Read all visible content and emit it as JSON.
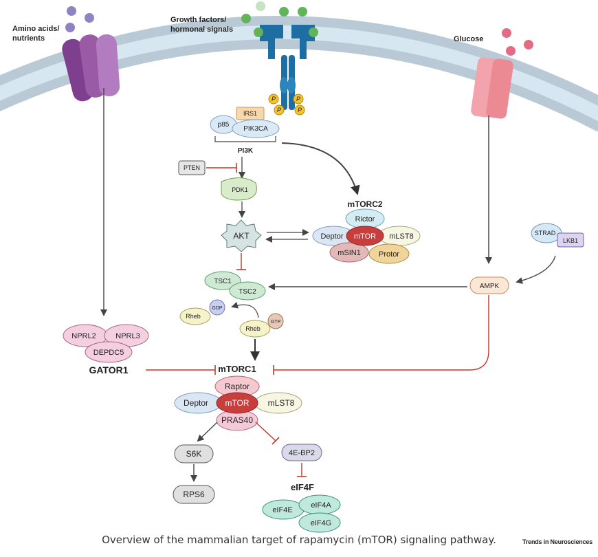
{
  "signals": {
    "amino_acids": "Amino acids/\nnutrients",
    "growth_factors": "Growth factors/\nhormonal signals",
    "glucose": "Glucose"
  },
  "receptor_phospho": "P",
  "pi3k": {
    "label": "PI3K",
    "p85": "p85",
    "irs1": "IRS1",
    "pik3ca": "PIK3CA"
  },
  "pten": "PTEN",
  "pdk1": "PDK1",
  "akt": "AKT",
  "mtorc2": {
    "title": "mTORC2",
    "rictor": "Rictor",
    "deptor": "Deptor",
    "mtor": "mTOR",
    "mlst8": "mLST8",
    "msin1": "mSIN1",
    "protor": "Protor"
  },
  "tsc": {
    "tsc1": "TSC1",
    "tsc2": "TSC2"
  },
  "rheb": {
    "rheb_gdp": "Rheb",
    "gdp": "GDP",
    "rheb_gtp": "Rheb",
    "gtp": "GTP"
  },
  "strad": "STRAD",
  "lkb1": "LKB1",
  "ampk": "AMPK",
  "gator1": {
    "title": "GATOR1",
    "nprl2": "NPRL2",
    "nprl3": "NPRL3",
    "depdc5": "DEPDC5"
  },
  "mtorc1": {
    "title": "mTORC1",
    "raptor": "Raptor",
    "deptor": "Deptor",
    "mtor": "mTOR",
    "mlst8": "mLST8",
    "pras40": "PRAS40"
  },
  "s6k": "S6K",
  "rps6": "RPS6",
  "eif4ebp2": "4E-BP2",
  "eif4f": {
    "title": "eIF4F",
    "eif4e": "eIF4E",
    "eif4a": "eIF4A",
    "eif4g": "eIF4G"
  },
  "caption": "Overview of the mammalian target of rapamycin (mTOR) signaling pathway.",
  "journal": "Trends in Neurosciences",
  "colors": {
    "membrane_outer": "#b9c9d6",
    "membrane_inner": "#d7e7f2",
    "transporter_purple": "#9a5aa6",
    "transporter_pink": "#f3a3ab",
    "receptor_blue": "#1d6fa3",
    "phospho_yellow": "#f6c22b",
    "nutrient_dot": "#8f83c4",
    "growth_dot": "#63b35b",
    "glucose_dot": "#e36b84",
    "mtor_red": "#c73e3d",
    "inhibit_red": "#c0392b",
    "arrow_grey": "#444444"
  }
}
